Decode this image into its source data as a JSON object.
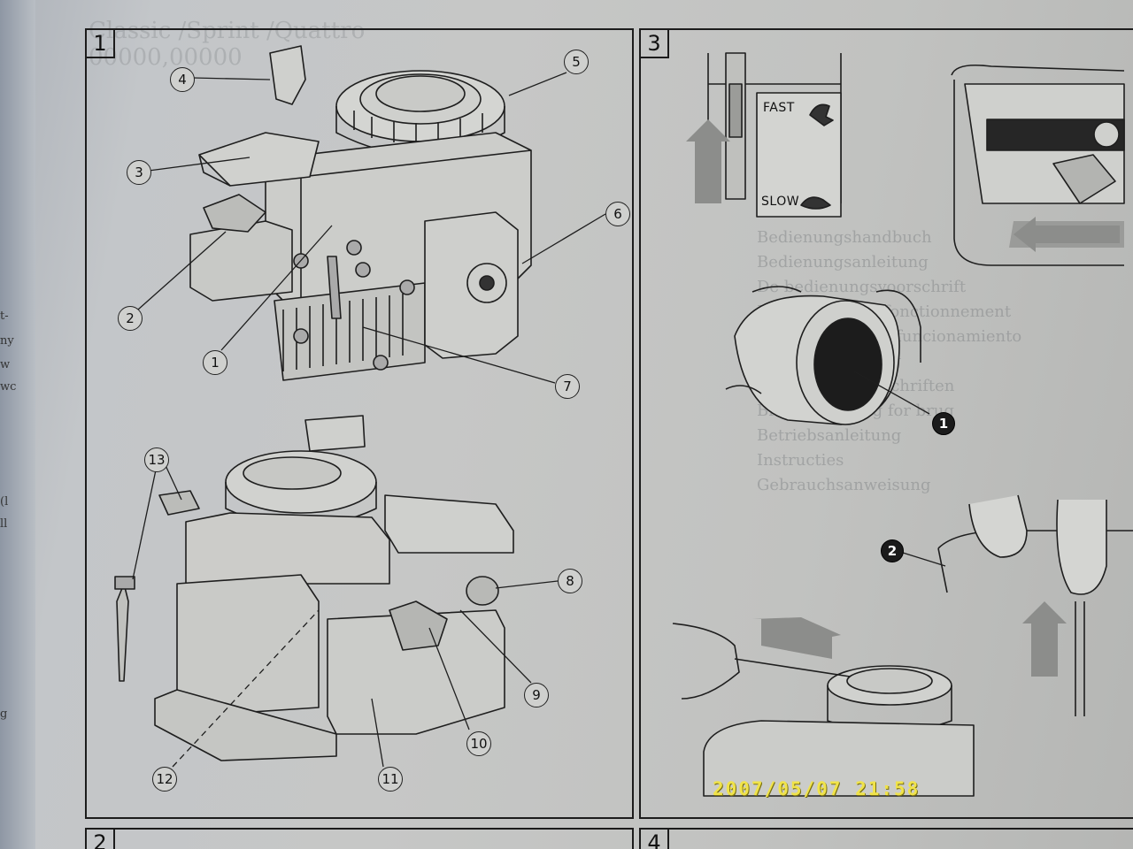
{
  "panels": [
    {
      "number": "1"
    },
    {
      "number": "2"
    },
    {
      "number": "3"
    },
    {
      "number": "4"
    }
  ],
  "panel1": {
    "callouts": [
      "1",
      "2",
      "3",
      "4",
      "5",
      "6",
      "7",
      "8",
      "9",
      "10",
      "11",
      "12",
      "13"
    ]
  },
  "panel3": {
    "throttle": {
      "fast": "FAST",
      "slow": "SLOW"
    },
    "callouts": [
      "1",
      "2"
    ]
  },
  "ghost_text": {
    "top_line": "Classic /Sprint /Quattro",
    "top_line2": "00000,00000",
    "lines": [
      "Bedienungshandbuch",
      "Bedienungsanleitung",
      "De bedienungsvoorschrift",
      "Instructions de fonctionnement",
      "Instrucciones de funcionamiento",
      "Betriebsanleitung",
      "Bedieningsvoorschriften",
      "Brugsanvisning for brug",
      "Betriebsanleitung",
      "Instructies",
      "Gebrauchsanweisung"
    ]
  },
  "edge_text": [
    "t-",
    "ny",
    "w",
    "wc",
    "(l",
    "ll",
    "g"
  ],
  "timestamp": "2007/05/07  21:58",
  "colors": {
    "paper": "#c4c5c3",
    "ink": "#1c1c1c",
    "stamp": "#f0e34a"
  }
}
